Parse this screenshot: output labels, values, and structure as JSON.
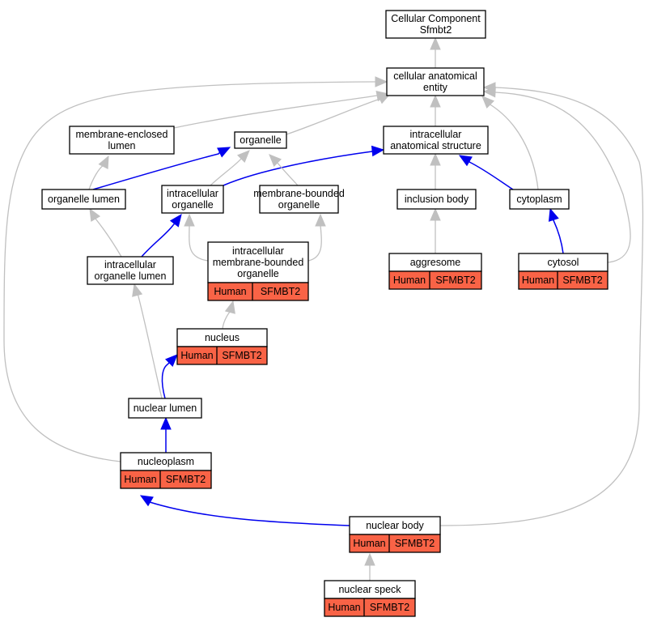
{
  "colors": {
    "annotation_fill": "#f96346",
    "is_a_edge": "#c0c0c0",
    "part_of_edge": "#0000ee"
  },
  "nodes": {
    "root": [
      "Cellular Component",
      "Sfmbt2"
    ],
    "cae": [
      "cellular anatomical",
      "entity"
    ],
    "mel": [
      "membrane-enclosed",
      "lumen"
    ],
    "org": [
      "organelle"
    ],
    "ias": [
      "intracellular",
      "anatomical structure"
    ],
    "orglumen": [
      "organelle lumen"
    ],
    "io": [
      "intracellular",
      "organelle"
    ],
    "mbo": [
      "membrane-bounded",
      "organelle"
    ],
    "ib": [
      "inclusion body"
    ],
    "cyto": [
      "cytoplasm"
    ],
    "iol": [
      "intracellular",
      "organelle lumen"
    ],
    "imbo": [
      "intracellular",
      "membrane-bounded",
      "organelle"
    ],
    "aggr": [
      "aggresome"
    ],
    "cytosol": [
      "cytosol"
    ],
    "nucleus": [
      "nucleus"
    ],
    "nlumen": [
      "nuclear lumen"
    ],
    "nplasm": [
      "nucleoplasm"
    ],
    "nbody": [
      "nuclear body"
    ],
    "nspeck": [
      "nuclear speck"
    ]
  },
  "annotations": {
    "imbo": [
      "Human",
      "SFMBT2"
    ],
    "aggr": [
      "Human",
      "SFMBT2"
    ],
    "cytosol": [
      "Human",
      "SFMBT2"
    ],
    "nucleus": [
      "Human",
      "SFMBT2"
    ],
    "nplasm": [
      "Human",
      "SFMBT2"
    ],
    "nbody": [
      "Human",
      "SFMBT2"
    ],
    "nspeck": [
      "Human",
      "SFMBT2"
    ]
  },
  "edges": [
    {
      "from": "cae",
      "to": "root",
      "type": "is_a"
    },
    {
      "from": "mel",
      "to": "cae",
      "type": "is_a"
    },
    {
      "from": "org",
      "to": "cae",
      "type": "is_a"
    },
    {
      "from": "ias",
      "to": "cae",
      "type": "is_a"
    },
    {
      "from": "cyto",
      "to": "cae",
      "type": "is_a"
    },
    {
      "from": "cytosol",
      "to": "cae",
      "type": "is_a"
    },
    {
      "from": "nplasm",
      "to": "cae",
      "type": "is_a"
    },
    {
      "from": "nbody",
      "to": "cae",
      "type": "is_a"
    },
    {
      "from": "orglumen",
      "to": "mel",
      "type": "is_a"
    },
    {
      "from": "orglumen",
      "to": "org",
      "type": "part_of"
    },
    {
      "from": "io",
      "to": "org",
      "type": "is_a"
    },
    {
      "from": "io",
      "to": "ias",
      "type": "part_of"
    },
    {
      "from": "mbo",
      "to": "org",
      "type": "is_a"
    },
    {
      "from": "ib",
      "to": "ias",
      "type": "is_a"
    },
    {
      "from": "cyto",
      "to": "ias",
      "type": "part_of"
    },
    {
      "from": "iol",
      "to": "orglumen",
      "type": "is_a"
    },
    {
      "from": "iol",
      "to": "io",
      "type": "part_of"
    },
    {
      "from": "imbo",
      "to": "io",
      "type": "is_a"
    },
    {
      "from": "imbo",
      "to": "mbo",
      "type": "is_a"
    },
    {
      "from": "aggr",
      "to": "ib",
      "type": "is_a"
    },
    {
      "from": "cytosol",
      "to": "cyto",
      "type": "part_of"
    },
    {
      "from": "nucleus",
      "to": "imbo",
      "type": "is_a"
    },
    {
      "from": "nlumen",
      "to": "iol",
      "type": "is_a"
    },
    {
      "from": "nlumen",
      "to": "nucleus",
      "type": "part_of"
    },
    {
      "from": "nplasm",
      "to": "nlumen",
      "type": "part_of"
    },
    {
      "from": "nbody",
      "to": "nplasm",
      "type": "part_of"
    },
    {
      "from": "nspeck",
      "to": "nbody",
      "type": "is_a"
    }
  ]
}
